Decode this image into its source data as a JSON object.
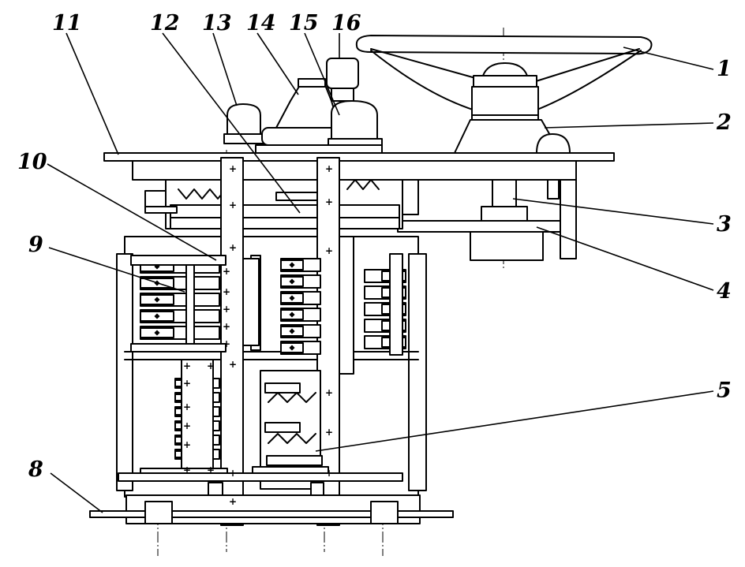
{
  "callouts": [
    {
      "label": "1"
    },
    {
      "label": "2"
    },
    {
      "label": "3"
    },
    {
      "label": "4"
    },
    {
      "label": "5"
    },
    {
      "label": "8"
    },
    {
      "label": "9"
    },
    {
      "label": "10"
    },
    {
      "label": "11"
    },
    {
      "label": "12"
    },
    {
      "label": "13"
    },
    {
      "label": "14"
    },
    {
      "label": "15"
    },
    {
      "label": "16"
    }
  ],
  "colors": {
    "ink": "#000000",
    "paper": "#ffffff"
  }
}
